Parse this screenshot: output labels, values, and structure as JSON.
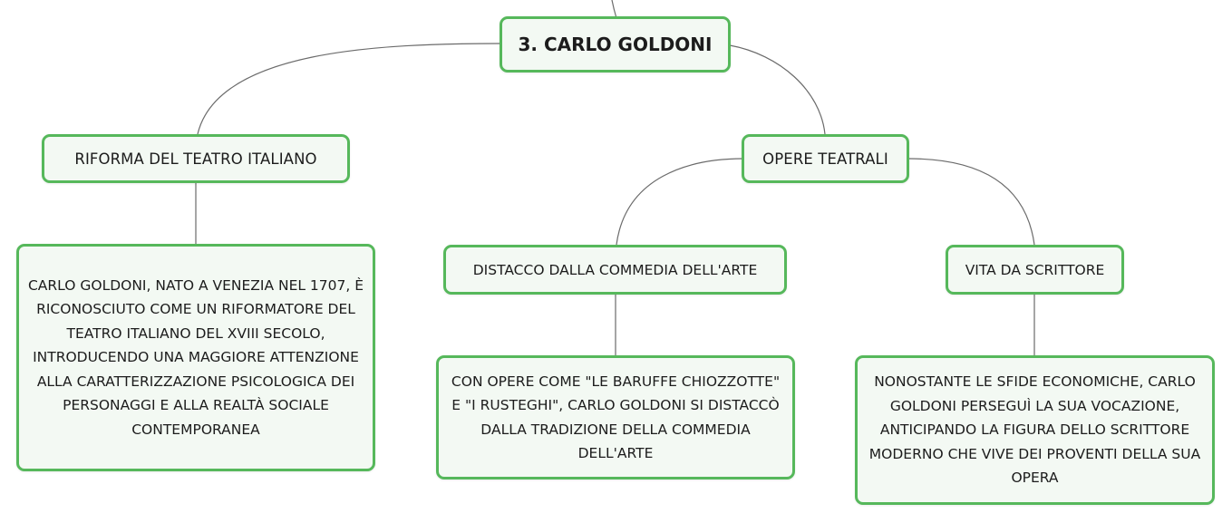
{
  "root": {
    "label": "3. CARLO GOLDONI"
  },
  "branches": {
    "riforma": {
      "label": "RIFORMA DEL TEATRO ITALIANO",
      "detail": "CARLO GOLDONI, NATO A VENEZIA NEL 1707, È RICONOSCIUTO COME UN RIFORMATORE DEL TEATRO ITALIANO DEL XVIII SECOLO, INTRODUCENDO UNA MAGGIORE ATTENZIONE ALLA CARATTERIZZAZIONE PSICOLOGICA DEI PERSONAGGI E ALLA REALTÀ SOCIALE CONTEMPORANEA"
    },
    "opere": {
      "label": "OPERE TEATRALI",
      "distacco": {
        "label": "DISTACCO DALLA COMMEDIA DELL'ARTE",
        "detail": "CON OPERE COME \"LE BARUFFE CHIOZZOTTE\" E \"I RUSTEGHI\", CARLO GOLDONI SI DISTACCÒ DALLA TRADIZIONE DELLA COMMEDIA DELL'ARTE"
      },
      "vita": {
        "label": "VITA DA SCRITTORE",
        "detail": "NONOSTANTE LE SFIDE ECONOMICHE, CARLO GOLDONI PERSEGUÌ LA SUA VOCAZIONE, ANTICIPANDO LA FIGURA DELLO SCRITTORE MODERNO CHE VIVE DEI PROVENTI DELLA SUA OPERA"
      }
    }
  },
  "colors": {
    "node_border": "#56b85b",
    "node_fill": "#f3f9f3",
    "connector": "#6b6b6b",
    "text": "#1c1c1c"
  }
}
